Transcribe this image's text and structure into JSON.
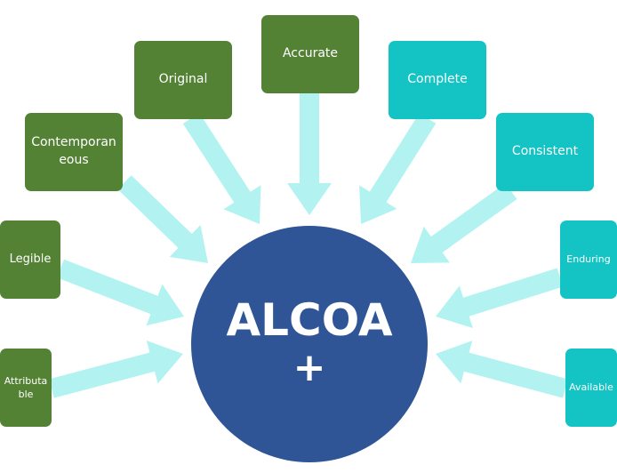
{
  "center": {
    "title": "ALCOA",
    "symbol": "+"
  },
  "colors": {
    "green": "#548235",
    "teal": "#14c4c4",
    "center": "#2f5597",
    "arrow": "#b2f3f1"
  },
  "principles": {
    "legible": "Legible",
    "attributable": "Attributable",
    "contemporaneous": "Contemporaneous",
    "original": "Original",
    "accurate": "Accurate",
    "complete": "Complete",
    "consistent": "Consistent",
    "enduring": "Enduring",
    "available": "Available"
  }
}
